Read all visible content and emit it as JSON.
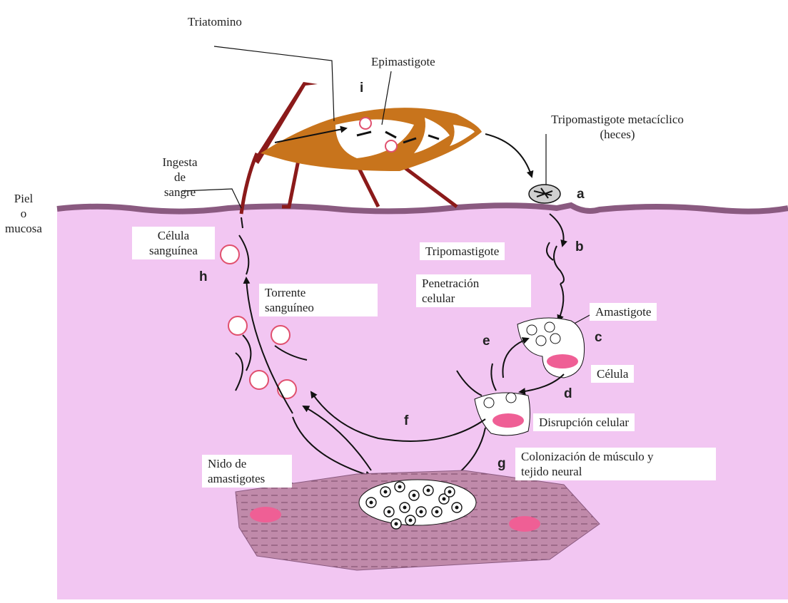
{
  "labels": {
    "triatomino": "Triatomino",
    "epimastigote": "Epimastigote",
    "tripo_meta_1": "Tripomastigote metacíclico",
    "tripo_meta_2": "(heces)",
    "ingesta_1": "Ingesta",
    "ingesta_2": "de",
    "ingesta_3": "sangre",
    "piel_1": "Piel",
    "piel_2": "o",
    "piel_3": "mucosa",
    "celula_sang_1": "Célula",
    "celula_sang_2": "sanguínea",
    "torrente_1": "Torrente",
    "torrente_2": "sanguíneo",
    "tripomastigote": "Tripomastigote",
    "penetracion_1": "Penetración",
    "penetracion_2": "celular",
    "amastigote": "Amastigote",
    "celula": "Célula",
    "disrupcion": "Disrupción celular",
    "colonizacion_1": "Colonización de músculo y",
    "colonizacion_2": "tejido neural",
    "nido_1": "Nido de",
    "nido_2": "amastigotes"
  },
  "letters": {
    "a": "a",
    "b": "b",
    "c": "c",
    "d": "d",
    "e": "e",
    "f": "f",
    "g": "g",
    "h": "h",
    "i": "i"
  },
  "colors": {
    "tissue": "#f2c6f2",
    "skin_line": "#8a5a80",
    "bug_body": "#c8741c",
    "bug_legs": "#8b1a1a",
    "muscle": "#c08aaa",
    "nucleus": "#ef5f95",
    "rbc_outline": "#e0506e"
  }
}
